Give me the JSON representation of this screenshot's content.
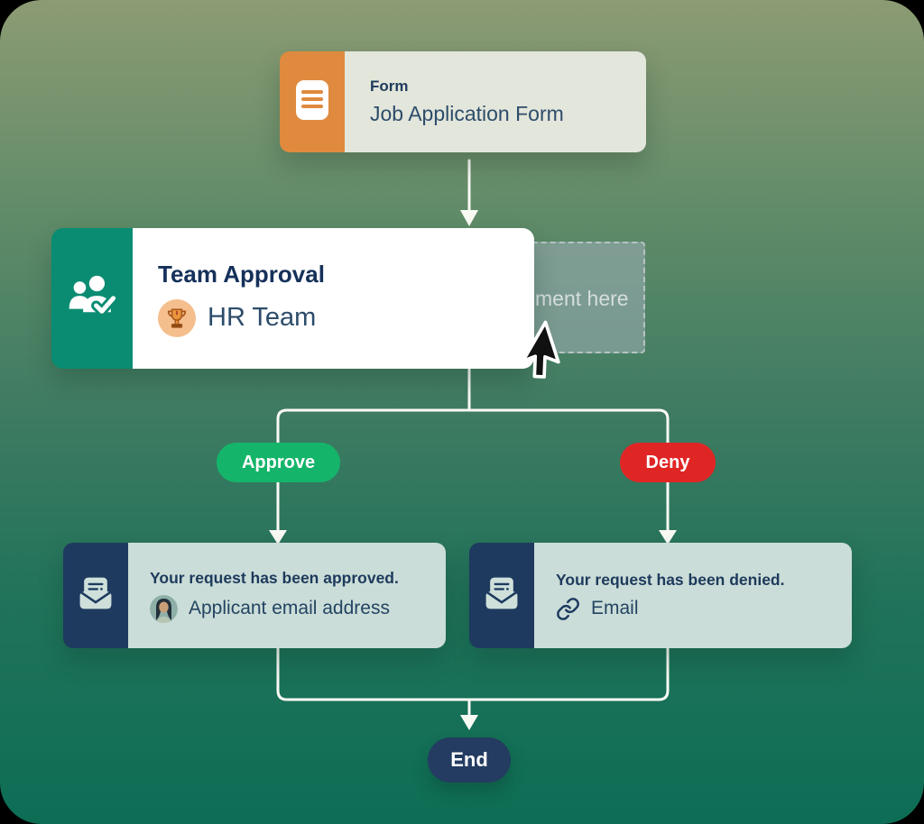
{
  "canvas": {
    "bg_gradient_top": "#8c9b73",
    "bg_gradient_bottom": "#0d6e55",
    "connector_color": "#fafaf5"
  },
  "nodes": {
    "form": {
      "type_label": "Form",
      "title": "Job Application Form",
      "accent_color": "#df8a3e",
      "icon": "document-icon"
    },
    "team_approval": {
      "title": "Team Approval",
      "assignee": "HR Team",
      "accent_color": "#0a8c72",
      "icon": "team-check-icon",
      "badge_icon": "trophy-icon"
    },
    "drop_placeholder": {
      "visible_text": "ment here"
    },
    "approved_email": {
      "title": "Your request has been approved.",
      "recipient": "Applicant email address",
      "accent_color": "#1e3a5f",
      "icon": "open-envelope-icon",
      "recipient_icon": "avatar"
    },
    "denied_email": {
      "title": "Your request has been denied.",
      "recipient": "Email",
      "accent_color": "#1e3a5f",
      "icon": "open-envelope-icon",
      "recipient_icon": "link-icon"
    }
  },
  "branches": {
    "approve": {
      "label": "Approve",
      "color": "#14b56a"
    },
    "deny": {
      "label": "Deny",
      "color": "#e02525"
    }
  },
  "terminal": {
    "label": "End",
    "color": "#243c61"
  }
}
